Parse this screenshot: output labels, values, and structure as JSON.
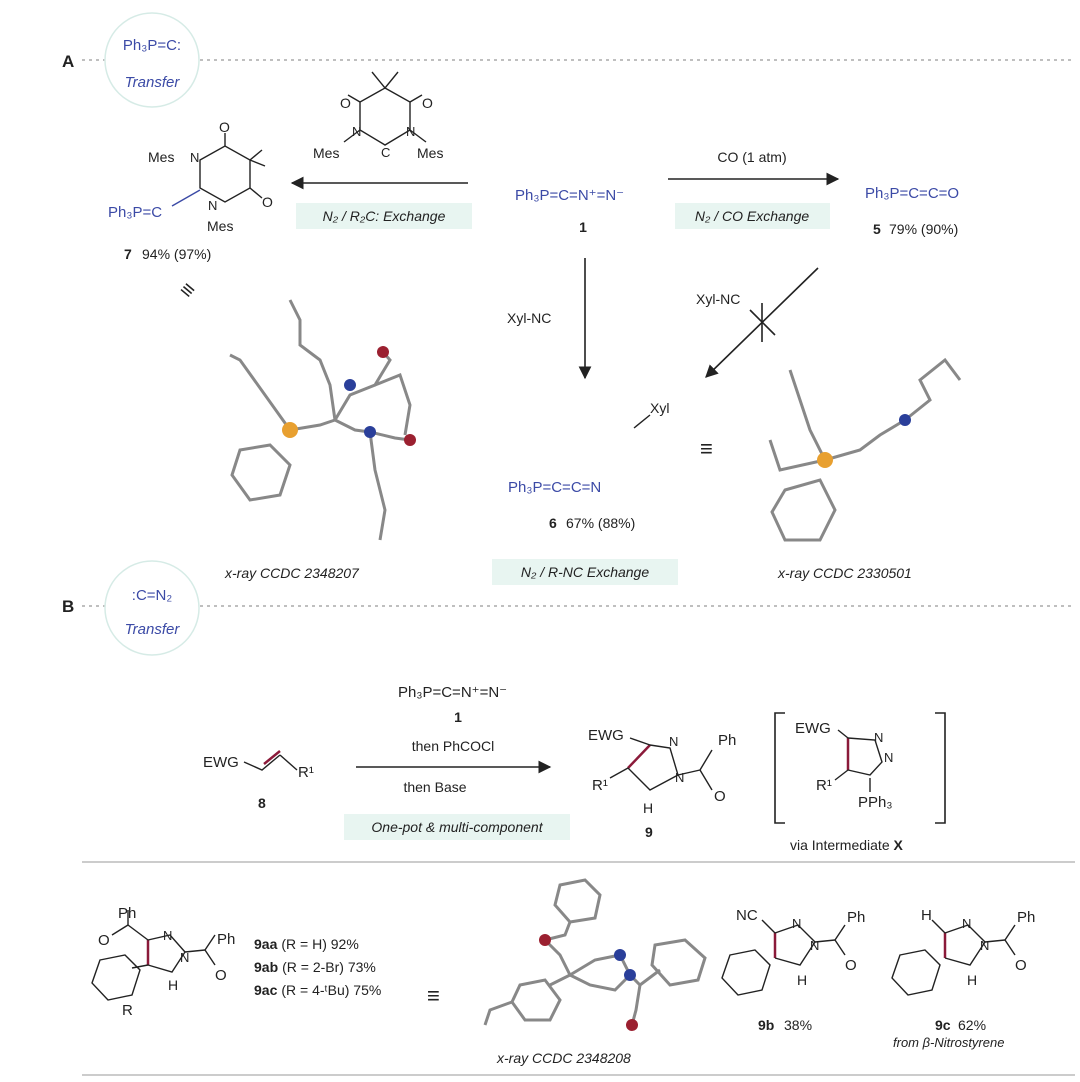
{
  "panel_a": {
    "label": "A",
    "badge_formula": "Ph₃P=C:",
    "badge_caption": "Transfer",
    "reagent_center": {
      "formula": "Ph₃P=C=N⁺=N⁻",
      "label": "1"
    },
    "carbene_reagent": {
      "sub_left": "Mes",
      "sub_right": "Mes"
    },
    "left_arrow_label": "N₂ / R₂C: Exchange",
    "product7": {
      "formula": "Ph₃P=C",
      "sub_top": "Mes",
      "sub_bottom": "Mes",
      "label": "7",
      "yield": "94% (97%)"
    },
    "right_arrow_top": "CO (1 atm)",
    "right_arrow_label": "N₂ / CO Exchange",
    "product5": {
      "formula": "Ph₃P=C=C=O",
      "label": "5",
      "yield": "79% (90%)"
    },
    "down_arrow_label": "Xyl-NC",
    "diag_arrow_label": "Xyl-NC",
    "product6": {
      "formula": "Ph₃P=C=C=N",
      "sub": "Xyl",
      "label": "6",
      "yield": "67% (88%)"
    },
    "equiv_left": "≡",
    "equiv_right": "≡",
    "xray_left": "x-ray  CCDC 2348207",
    "bottom_center_label": "N₂ / R-NC Exchange",
    "xray_right": "x-ray  CCDC 2330501"
  },
  "panel_b": {
    "label": "B",
    "badge_formula": ":C=N₂",
    "badge_caption": "Transfer",
    "reagent": {
      "formula": "Ph₃P=C=N⁺=N⁻",
      "label": "1"
    },
    "substrate8": {
      "ewg": "EWG",
      "r": "R¹",
      "label": "8"
    },
    "arrow_top": "then PhCOCl",
    "arrow_bottom": "then Base",
    "band_label": "One-pot & multi-component",
    "product9": {
      "ewg": "EWG",
      "r": "R¹",
      "h": "H",
      "n": "N",
      "ph": "Ph",
      "o": "O",
      "label": "9"
    },
    "intermediate": {
      "ewg": "EWG",
      "r": "R¹",
      "n": "N",
      "pph3": "PPh₃",
      "caption_prefix": "via Intermediate ",
      "caption_bold": "X"
    }
  },
  "bottom": {
    "product9a": {
      "ph_top": "Ph",
      "ph_right": "Ph",
      "n": "N",
      "o": "O",
      "h": "H",
      "r": "R"
    },
    "yields": [
      {
        "id": "9aa",
        "text": "(R = H) 92%"
      },
      {
        "id": "9ab",
        "text": "(R = 2-Br) 73%"
      },
      {
        "id": "9ac",
        "text": "(R = 4-ᵗBu) 75%"
      }
    ],
    "equiv": "≡",
    "xray": "x-ray  CCDC 2348208",
    "product9b": {
      "nc": "NC",
      "n": "N",
      "ph": "Ph",
      "o": "O",
      "h": "H",
      "label": "9b",
      "yield": "38%"
    },
    "product9c": {
      "h_top": "H",
      "n": "N",
      "ph": "Ph",
      "o": "O",
      "h": "H",
      "label": "9c",
      "yield": "62%",
      "note": "from β-Nitrostyrene"
    }
  }
}
